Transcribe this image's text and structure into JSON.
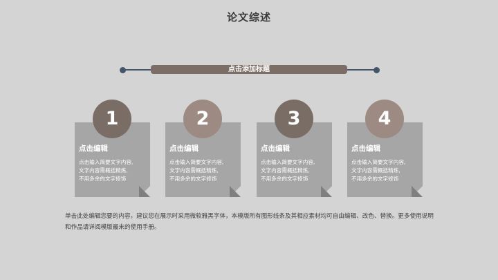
{
  "page": {
    "title": "论文综述",
    "subtitle": "点击添加标题"
  },
  "colors": {
    "background": "#d4d4d4",
    "card": "#a6a6a6",
    "accent_bar": "#7c6e67",
    "line": "#44546a",
    "circle_dark": "#7a6d66",
    "circle_light": "#9c8a83"
  },
  "cards": [
    {
      "number": "1",
      "heading": "点击编辑",
      "body": "点击输入简要文字内容,\n文字内容需概括精炼,\n不用多余的文字修饰"
    },
    {
      "number": "2",
      "heading": "点击编辑",
      "body": "点击输入简要文字内容,\n文字内容需概括精炼,\n不用多余的文字修饰"
    },
    {
      "number": "3",
      "heading": "点击编辑",
      "body": "点击输入简要文字内容,\n文字内容需概括精炼,\n不用多余的文字修饰"
    },
    {
      "number": "4",
      "heading": "点击编辑",
      "body": "点击输入简要文字内容,\n文字内容需概括精炼,\n不用多余的文字修饰"
    }
  ],
  "footer": {
    "text": "单击此处编辑您要的内容，建议您在展示时采用微软雅黑字体，本模版所有图形线条及其相应素材均可自由编辑、改色、替换。更多使用说明和作品请详阅模版最末的使用手册。"
  }
}
